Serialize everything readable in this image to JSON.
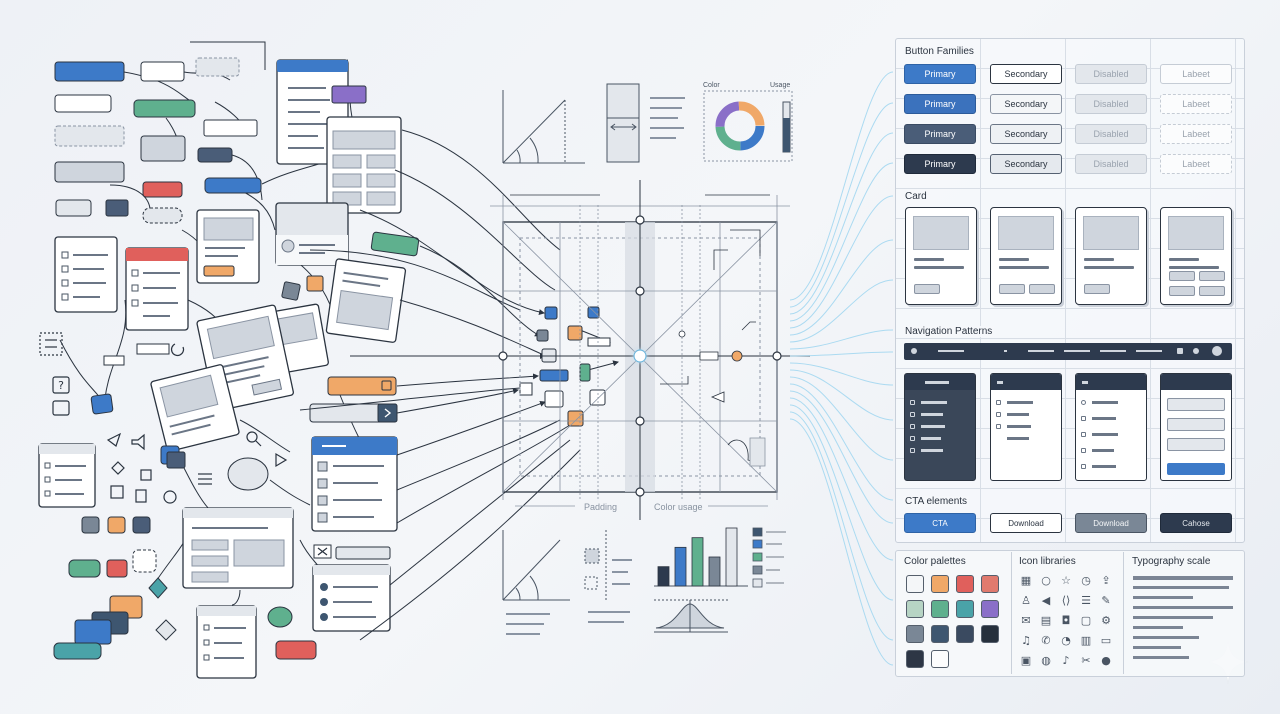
{
  "panel": {
    "button_families": {
      "title": "Button Families",
      "rows": [
        [
          "Primary",
          "Secondary",
          "Disabled",
          "Labeet"
        ],
        [
          "Primary",
          "Secondary",
          "Disabled",
          "Labeet"
        ],
        [
          "Primary",
          "Secondary",
          "Disabled",
          "Labeet"
        ],
        [
          "Primary",
          "Secondary",
          "Disabled",
          "Labeet"
        ]
      ]
    },
    "card": {
      "title": "Card"
    },
    "navigation": {
      "title": "Navigation Patterns"
    },
    "cta": {
      "title": "CTA elements",
      "buttons": [
        "CTA",
        "Download",
        "Download",
        "Cahose"
      ]
    }
  },
  "resources": {
    "color_palettes": {
      "title": "Color palettes",
      "swatches": [
        "#f4f6f8",
        "#f0a868",
        "#e0605c",
        "#e07a6e",
        "#b7d4c4",
        "#5fb08e",
        "#4aa3a8",
        "#8a6fc8",
        "#7a8796",
        "#3e5670",
        "#3a4a60",
        "#26303c",
        "#2d3645",
        "#fdfdfd"
      ]
    },
    "icon_libraries": {
      "title": "Icon libraries"
    },
    "typography": {
      "title": "Typography scale"
    }
  },
  "captions": {
    "padding": "Padding",
    "color_usage": "Color usage",
    "color": "Color",
    "usage": "Usage"
  },
  "colors": {
    "accent_blue": "#3d7ac8",
    "green": "#5fb08e",
    "orange": "#f0a868",
    "red": "#e0605c",
    "purple": "#8a6fc8",
    "dark": "#2d3a4e",
    "glow": "#9fd6f0"
  },
  "chart_data": {
    "type": "bar",
    "categories": [
      "",
      "",
      "",
      "",
      ""
    ],
    "values": [
      2,
      4,
      5,
      3,
      6
    ],
    "title": "",
    "xlabel": "",
    "ylabel": "",
    "ylim": [
      0,
      6
    ]
  }
}
